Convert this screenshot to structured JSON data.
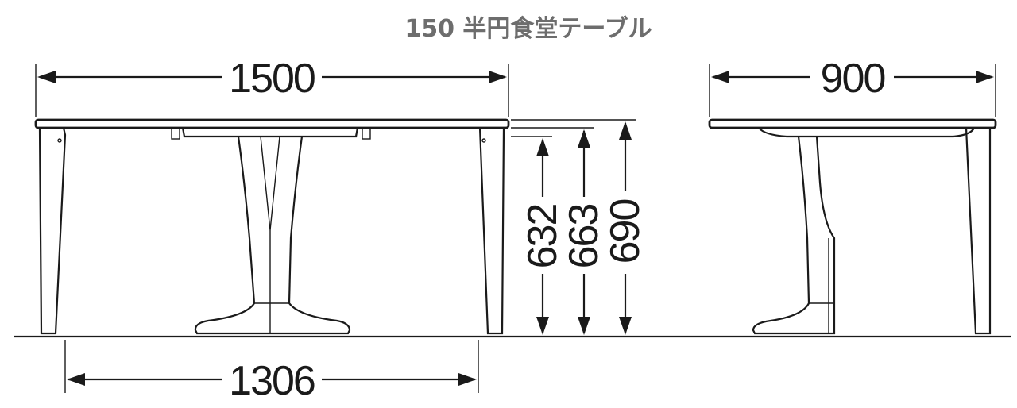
{
  "title": "150 半円食堂テーブル",
  "dimensions": {
    "front_width": "1500",
    "leg_span": "1306",
    "side_depth": "900",
    "height_1": "632",
    "height_2": "663",
    "height_3": "690"
  },
  "colors": {
    "line": "#1a1a1a",
    "title": "#6d6d6d",
    "background": "#ffffff"
  }
}
